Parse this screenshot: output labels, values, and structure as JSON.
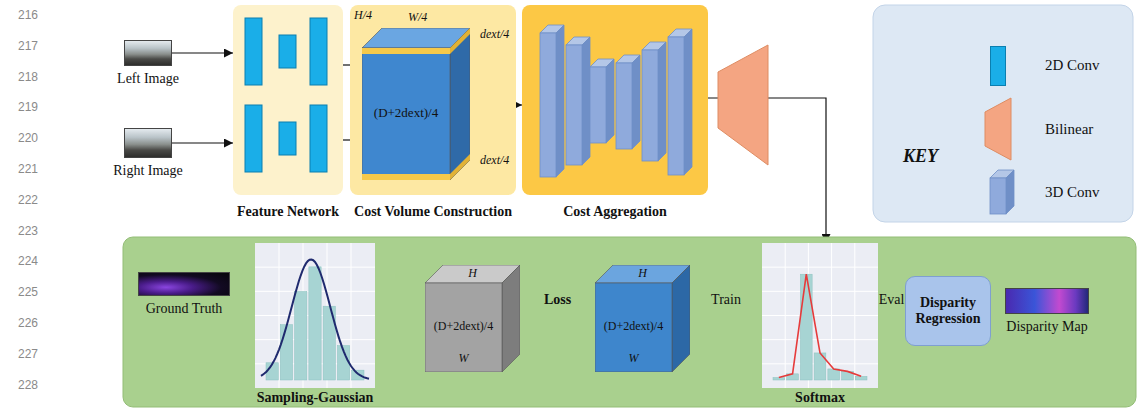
{
  "diagram": {
    "nodes": [
      {
        "text": [
          "Left Image"
        ]
      },
      {
        "text": [
          "Right Image"
        ]
      },
      {
        "text": [
          "Feature Network"
        ]
      },
      {
        "text": [
          "Cost Volume Construction"
        ]
      },
      {
        "text": [
          "(D+2dext)/4"
        ],
        "in": 3
      },
      {
        "text": [
          "Cost Aggregation"
        ]
      },
      {
        "text": [
          "Ground Truth"
        ]
      },
      {
        "text": [
          "Sampling-Gaussian"
        ]
      },
      {
        "text": [
          "H",
          "(D+2dext)/4",
          "W"
        ]
      },
      {
        "text": [
          "H",
          "(D+2dext)/4",
          "W"
        ]
      },
      {
        "text": [
          "Softmax"
        ]
      },
      {
        "text": [
          "Disparity Regression"
        ]
      },
      {
        "text": [
          "Disparity Map"
        ]
      }
    ],
    "edges": [
      {
        "from": 0,
        "to": 2,
        "arrow": "to"
      },
      {
        "from": 1,
        "to": 2,
        "arrow": "to"
      },
      {
        "from": 2,
        "to": 4,
        "arrow": "to"
      },
      {
        "from": 2,
        "to": 4,
        "arrow": "to"
      },
      {
        "from": 4,
        "to": 5,
        "arrow": "to"
      },
      {
        "from": 5,
        "to": 10,
        "arrow": "to"
      },
      {
        "from": 6,
        "to": 7,
        "arrow": "to"
      },
      {
        "from": 7,
        "to": 8,
        "arrow": "to"
      },
      {
        "from": 8,
        "to": 9,
        "label": "Loss",
        "arrow": "both"
      },
      {
        "from": 10,
        "to": 9,
        "label": "Train",
        "arrow": "to"
      },
      {
        "from": 10,
        "to": 11,
        "label": "Eval",
        "arrow": "to"
      },
      {
        "from": 11,
        "to": 12,
        "arrow": "to"
      }
    ],
    "labels": [
      "216",
      "217",
      "218",
      "219",
      "220",
      "221",
      "222",
      "223",
      "224",
      "225",
      "226",
      "227",
      "228",
      "H/4",
      "W/4",
      "dext/4",
      "dext/4",
      "KEY"
    ],
    "legend": [
      {
        "text": "2D Conv",
        "color": "#1aaee8"
      },
      {
        "text": "Bilinear"
      },
      {
        "text": "3D Conv"
      }
    ]
  }
}
